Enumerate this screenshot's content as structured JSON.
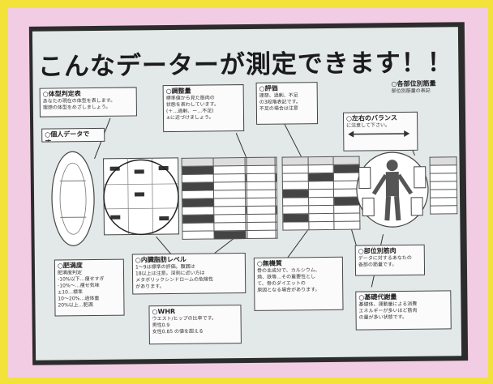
{
  "title": "こんなデーターが測定できます！！",
  "notes": [
    {
      "id": "shape",
      "head": "○体型判定表",
      "body": "あなたの現在の体型を表します。\n理想の体型をめざしましょう。"
    },
    {
      "id": "personal",
      "head": "○個人データです。",
      "body": ""
    },
    {
      "id": "adjust",
      "head": "○調整量",
      "body": "標準値から見た筋肉の\n状態を表わしています。\n(＋…過剰、ー…不足)\n±に近づけましょう。"
    },
    {
      "id": "judge",
      "head": "○評価",
      "body": "理想、過剰、不足\nの3段階表記です。\n不足の場合は注意"
    },
    {
      "id": "various",
      "head": "○各部位別筋量",
      "body": "部位別筋量の表記"
    },
    {
      "id": "balance",
      "head": "○左右のバランス",
      "body": "に注意して下さい。"
    },
    {
      "id": "obesity",
      "head": "○肥満度",
      "body": "肥満度判定\n-10%以下…痩せすぎ\n-10%〜…痩せ気味\n±10…標準\n10〜20%…過体重\n20%以上…肥満"
    },
    {
      "id": "visceral",
      "head": "○内臓脂肪レベル",
      "body": "1〜9は標準の評価。腹囲は\n18以上は注意。深刻に近い方は\nメタボリックシンドロームの危険性\nがあります。"
    },
    {
      "id": "minerals",
      "head": "○無機質",
      "body": "骨の主成分で、カルシウム、\n燐、鉄等…その重要性とし\nて、骨のダイエットの\n原因となる場合があります。"
    },
    {
      "id": "waist",
      "head": "○WHR",
      "body": "ウエスト/ヒップの比率です。\n男性0.9\n女性0.85 の値を超える"
    },
    {
      "id": "segment",
      "head": "○部位別筋肉",
      "body": "データに対するあなたの\n各部の筋量です。"
    },
    {
      "id": "bmr",
      "head": "○基礎代謝量",
      "body": "基礎体、運動量による消費\nエネルギーが多いほど筋肉\nの量が多い状態です。"
    }
  ]
}
